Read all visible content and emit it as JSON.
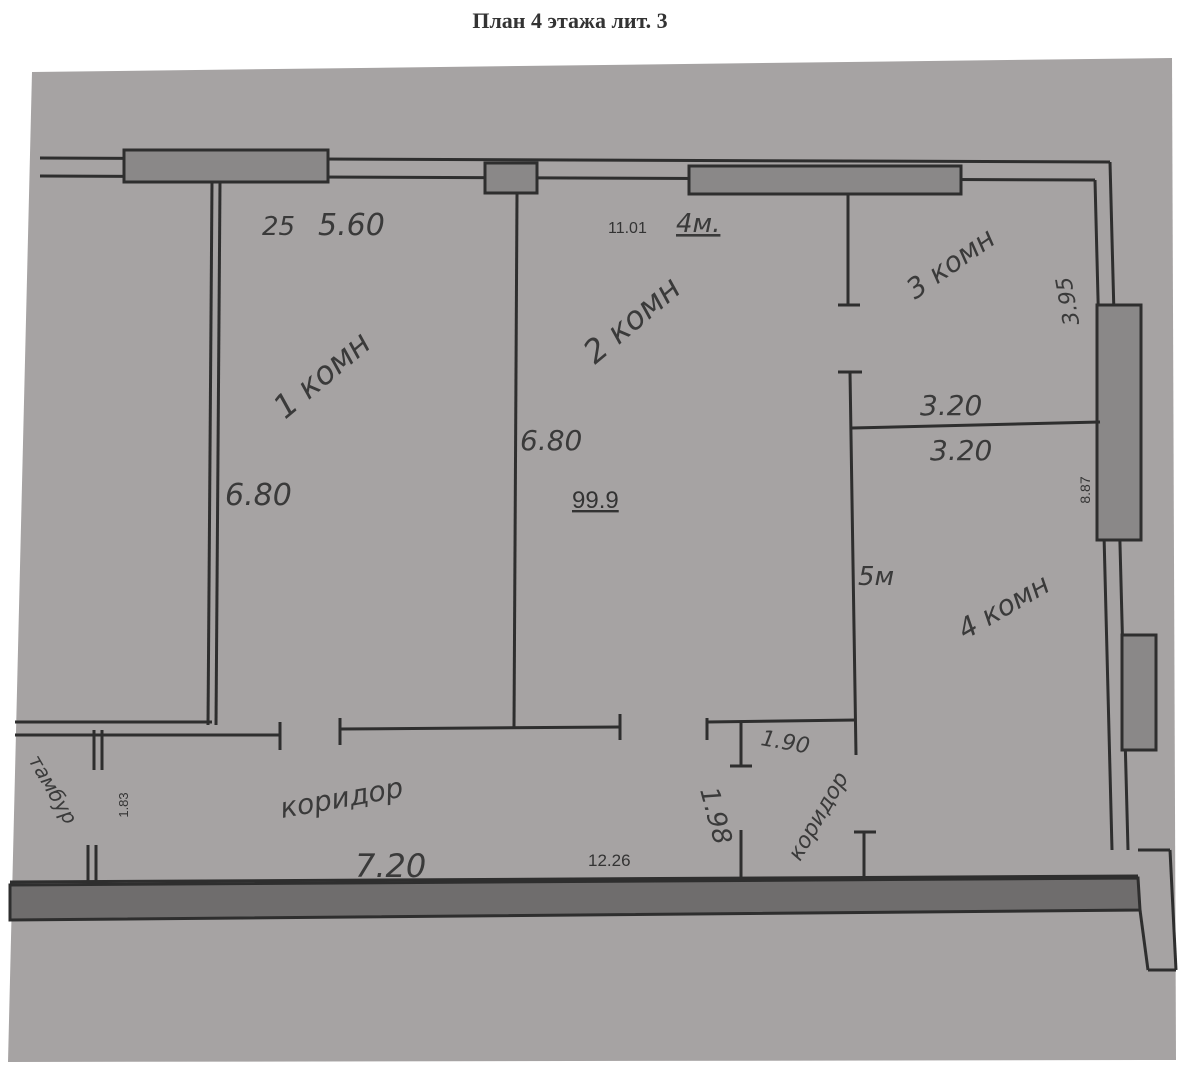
{
  "title": "План 4 этажа лит. 3",
  "labels": {
    "room1": "1 комн",
    "room2": "2 комн",
    "room3": "3 комн",
    "room4": "4 комн",
    "corridor": "коридор",
    "corridor2": "коридор",
    "vestibule": "тамбур",
    "num_25": "25",
    "dim_560": "5.60",
    "dim_1101": "11.01",
    "dim_4m": "4м.",
    "dim_680_left": "6.80",
    "dim_680_mid": "6.80",
    "area_999": "99.9",
    "dim_320_top": "3.20",
    "dim_320_bottom": "3.20",
    "dim_5m": "5м",
    "dim_887": "8.87",
    "dim_395": "3.95",
    "dim_183": "1.83",
    "dim_720": "7.20",
    "dim_1226": "12.26",
    "dim_198": "1.98",
    "dim_190": "1.90"
  }
}
